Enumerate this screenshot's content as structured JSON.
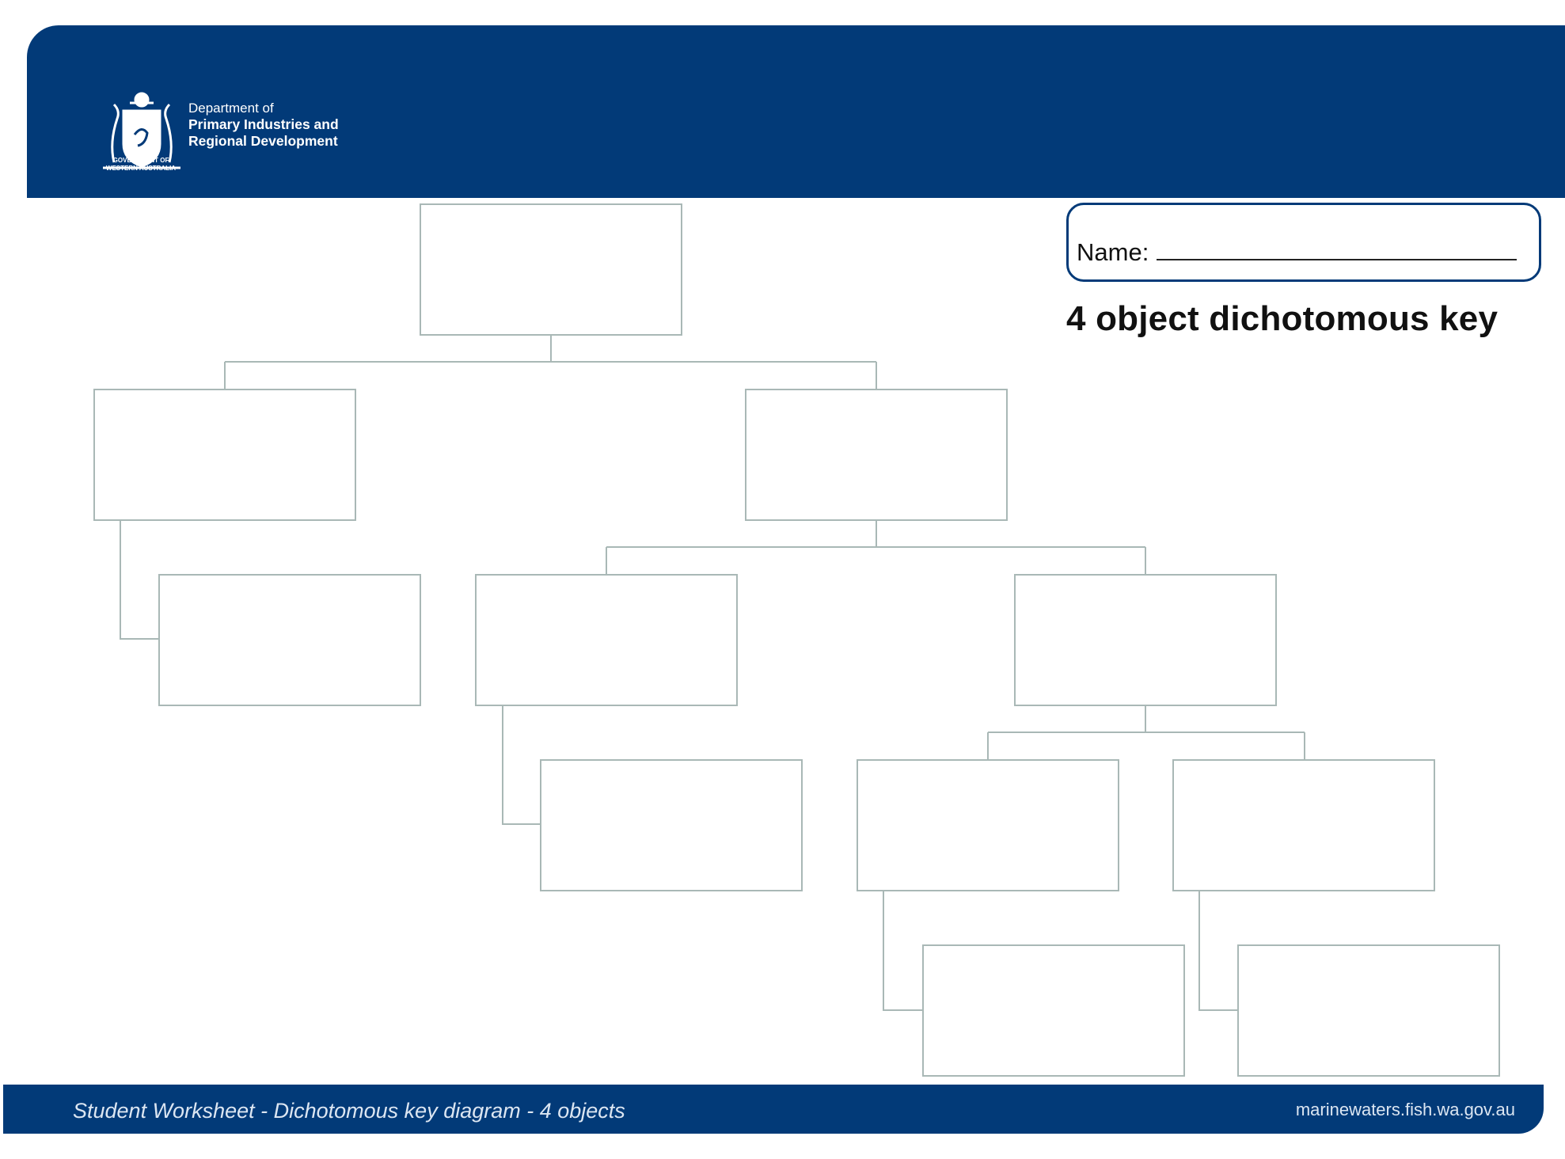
{
  "header": {
    "dept_line1": "Department of",
    "dept_line2": "Primary Industries and",
    "dept_line3": "Regional Development",
    "gov_line1": "GOVERNMENT OF",
    "gov_line2": "WESTERN AUSTRALIA",
    "logo_icon": "wa-coat-of-arms-icon",
    "band_color": "#023a78"
  },
  "name_field": {
    "label": "Name:"
  },
  "title": "4 object dichotomous key",
  "key_boxes": [
    {
      "text": ""
    },
    {
      "text": ""
    },
    {
      "text": ""
    },
    {
      "text": ""
    },
    {
      "text": ""
    },
    {
      "text": ""
    },
    {
      "text": ""
    },
    {
      "text": ""
    },
    {
      "text": ""
    },
    {
      "text": ""
    },
    {
      "text": ""
    }
  ],
  "footer": {
    "left": "Student Worksheet - Dichotomous key diagram - 4 objects",
    "right": "marinewaters.fish.wa.gov.au"
  }
}
